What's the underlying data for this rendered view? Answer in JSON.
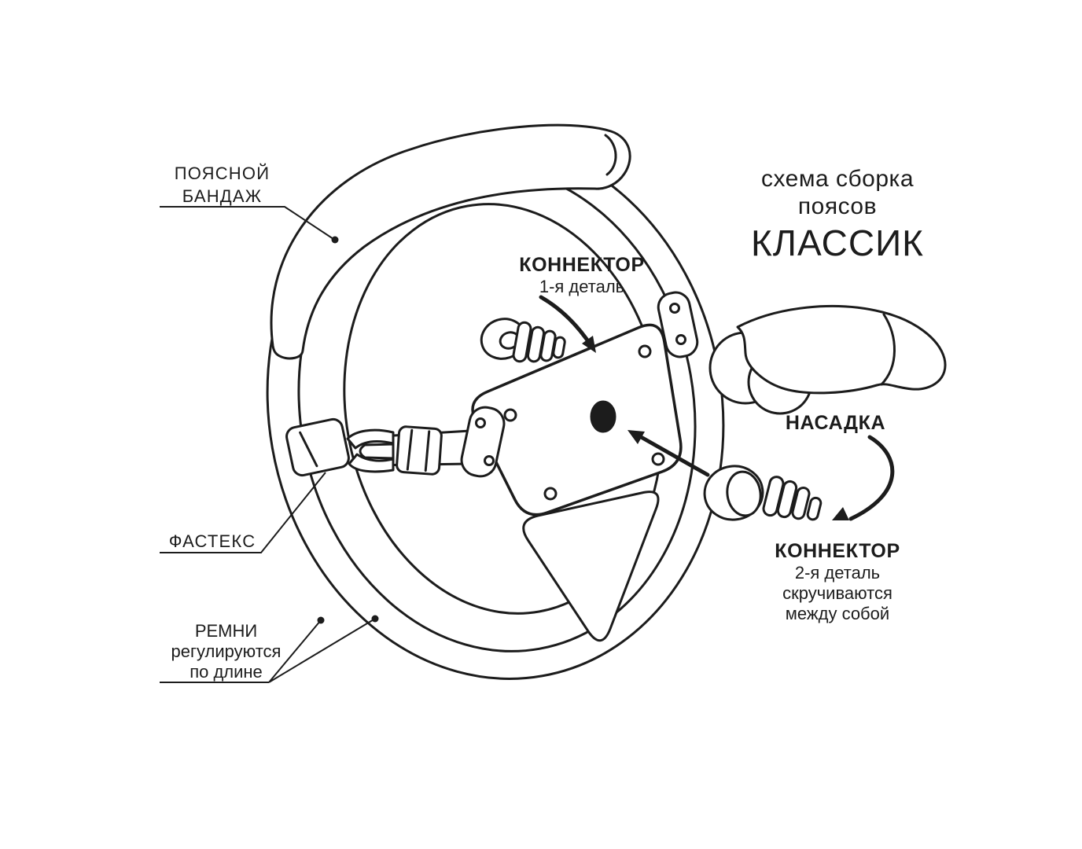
{
  "colors": {
    "ink": "#1c1c1c",
    "background": "#ffffff"
  },
  "title": {
    "line1": "схема сборка",
    "line2": "поясов",
    "name": "КЛАССИК"
  },
  "labels": {
    "waist_band": {
      "line1": "ПОЯСНОЙ",
      "line2": "БАНДАЖ"
    },
    "connector_1": {
      "heading": "КОННЕКТОР",
      "detail": "1-я деталь"
    },
    "attachment": {
      "heading": "НАСАДКА"
    },
    "connector_2": {
      "heading": "КОННЕКТОР",
      "detail": "2-я деталь",
      "note1": "скручиваются",
      "note2": "между собой"
    },
    "fastex": {
      "heading": "ФАСТЕКС"
    },
    "straps": {
      "line1": "РЕМНИ",
      "line2": "регулируются",
      "line3": "по длине"
    }
  }
}
